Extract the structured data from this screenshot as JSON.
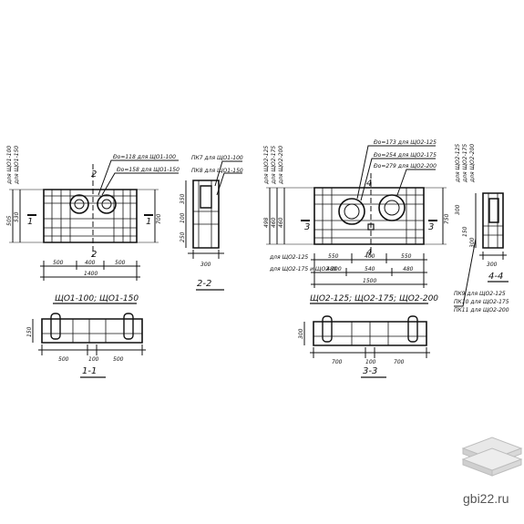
{
  "watermark": {
    "site": "gbi22.ru",
    "logo_icon": "stacked-slabs-icon"
  },
  "plan_left": {
    "title": "ЩО1-100; ЩО1-150",
    "callout_top": "Ðо=118 для ЩО1-100",
    "callout_bottom": "Ðо=158 для ЩО1-150",
    "section_marker_top": "2",
    "section_marker_bottom": "2",
    "section_marker_side_left": "1",
    "section_marker_side_right": "1",
    "left_dims": [
      "505",
      "530"
    ],
    "left_dim_labels": [
      "для ЩО1-100",
      "для ЩО1-150"
    ],
    "right_dim": "700",
    "bottom_dims": [
      "500",
      "400",
      "500"
    ],
    "total_dim": "1400"
  },
  "section_left": {
    "title": "2-2",
    "label_top": "ПК7 для ЩО1-100",
    "label_bottom": "ПК8 для ЩО1-150",
    "left_dims": [
      "350",
      "100",
      "250"
    ],
    "bottom_dim": "300"
  },
  "plan_right": {
    "title": "ЩО2-125; ЩО2-175; ЩО2-200",
    "callout_1": "Ðо=173 для ЩО2-125",
    "callout_2": "Ðо=254 для ЩО2-175",
    "callout_3": "Ðо=279 для ЩО2-200",
    "section_marker_top": "4",
    "section_marker_bottom": "4",
    "section_marker_side_left": "3",
    "section_marker_side_right": "3",
    "left_dim_labels": [
      "для ЩО2-125",
      "для ЩО2-175",
      "для ЩО2-200"
    ],
    "left_dims": [
      "498",
      "460",
      "460"
    ],
    "right_dim": "750",
    "dim_rows": [
      {
        "label": "для ЩО2-125",
        "values": [
          "550",
          "400",
          "550"
        ]
      },
      {
        "label": "для ЩО2-175 и ЩО2-200",
        "values": [
          "480",
          "540",
          "480"
        ]
      }
    ],
    "total_dim": "1500"
  },
  "section_right": {
    "title": "4-4",
    "top_labels": [
      "для ЩО2-125",
      "для ЩО2-175",
      "для ЩО2-200"
    ],
    "left_dims": [
      "300",
      "150",
      "300"
    ],
    "bottom_dim": "300",
    "notes": [
      "ПК9 для ЩО2-125",
      "ПК10 для ЩО2-175",
      "ПК11 для ЩО2-200"
    ]
  },
  "elevation_left": {
    "title": "1-1",
    "left_dim": "150",
    "bottom_dims": [
      "500",
      "100",
      "500"
    ]
  },
  "elevation_right": {
    "title": "3-3",
    "left_dim": "300",
    "bottom_dims": [
      "700",
      "100",
      "700"
    ]
  }
}
